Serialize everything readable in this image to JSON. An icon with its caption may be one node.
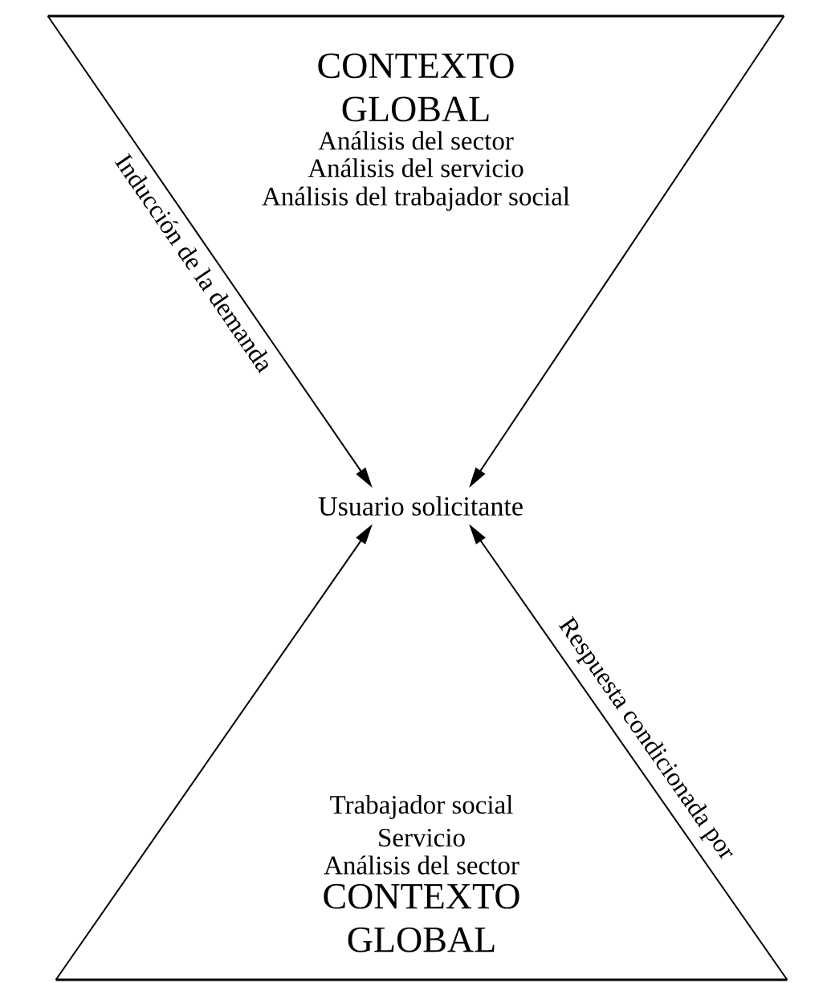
{
  "diagram": {
    "nodes": [
      {
        "text": [
          "CONTEXTO GLOBAL",
          "Análisis del sector",
          "Análisis del servicio",
          "Análisis del trabajador social"
        ]
      },
      {
        "text": [
          "Usuario solicitante"
        ]
      },
      {
        "text": [
          "Trabajador social",
          "Servicio",
          "Análisis del sector",
          "CONTEXTO GLOBAL"
        ]
      }
    ],
    "edges": [
      {
        "from": 0,
        "to": 1,
        "arrow": "to",
        "label": "Inducción de la demanda"
      },
      {
        "from": 0,
        "to": 1,
        "arrow": "to"
      },
      {
        "from": 2,
        "to": 1,
        "arrow": "to"
      },
      {
        "from": 2,
        "to": 1,
        "arrow": "to",
        "label": "Respuesta condicionada por"
      }
    ]
  }
}
